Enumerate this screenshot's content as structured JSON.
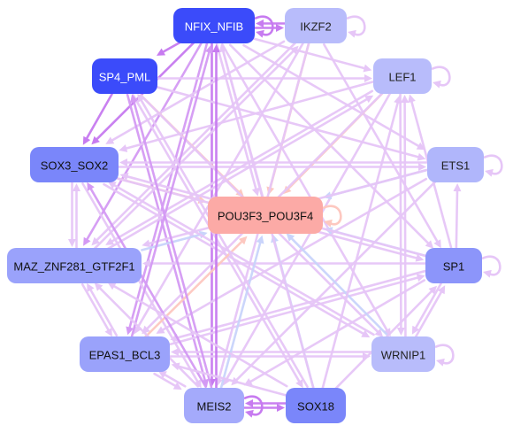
{
  "nodes": [
    {
      "id": "nfix",
      "label": "NFIX_NFIB",
      "fill": "#3b4bfa",
      "text_color": "#ffffff"
    },
    {
      "id": "ikzf2",
      "label": "IKZF2",
      "fill": "#b8bcfb",
      "text_color": "#222222"
    },
    {
      "id": "sp4",
      "label": "SP4_PML",
      "fill": "#3b4bfa",
      "text_color": "#ffffff"
    },
    {
      "id": "lef1",
      "label": "LEF1",
      "fill": "#b8bcfb",
      "text_color": "#222222"
    },
    {
      "id": "sox3",
      "label": "SOX3_SOX2",
      "fill": "#7a86fa",
      "text_color": "#111111"
    },
    {
      "id": "ets1",
      "label": "ETS1",
      "fill": "#b0b6fb",
      "text_color": "#222222"
    },
    {
      "id": "pou3f3",
      "label": "POU3F3_POU3F4",
      "fill": "#fcaaa6",
      "text_color": "#111111"
    },
    {
      "id": "maz",
      "label": "MAZ_ZNF281_GTF2F1",
      "fill": "#9aa2fb",
      "text_color": "#111111"
    },
    {
      "id": "sp1",
      "label": "SP1",
      "fill": "#8c95fa",
      "text_color": "#111111"
    },
    {
      "id": "epas1",
      "label": "EPAS1_BCL3",
      "fill": "#9aa2fb",
      "text_color": "#111111"
    },
    {
      "id": "wrnip1",
      "label": "WRNIP1",
      "fill": "#b8bcfb",
      "text_color": "#222222"
    },
    {
      "id": "meis2",
      "label": "MEIS2",
      "fill": "#a4aafb",
      "text_color": "#111111"
    },
    {
      "id": "sox18",
      "label": "SOX18",
      "fill": "#7a86fa",
      "text_color": "#111111"
    }
  ],
  "edges": [
    {
      "from": "nfix",
      "to": "ikzf2",
      "color": "#c77bf0"
    },
    {
      "from": "ikzf2",
      "to": "nfix",
      "color": "#c77bf0"
    },
    {
      "from": "nfix",
      "to": "sp4",
      "color": "#c77bf0"
    },
    {
      "from": "sp4",
      "to": "sox3",
      "color": "#c77bf0"
    },
    {
      "from": "nfix",
      "to": "sox3",
      "color": "#c77bf0"
    },
    {
      "from": "nfix",
      "to": "pou3f3",
      "color": "#e6c6f7"
    },
    {
      "from": "nfix",
      "to": "meis2",
      "color": "#c77bf0"
    },
    {
      "from": "nfix",
      "to": "epas1",
      "color": "#d49af4"
    },
    {
      "from": "nfix",
      "to": "maz",
      "color": "#d49af4"
    },
    {
      "from": "nfix",
      "to": "sp1",
      "color": "#e6c6f7"
    },
    {
      "from": "nfix",
      "to": "wrnip1",
      "color": "#e6c6f7"
    },
    {
      "from": "nfix",
      "to": "lef1",
      "color": "#e6c6f7"
    },
    {
      "from": "nfix",
      "to": "ets1",
      "color": "#e6c6f7"
    },
    {
      "from": "ikzf2",
      "to": "pou3f3",
      "color": "#fdc8c0"
    },
    {
      "from": "ikzf2",
      "to": "sox3",
      "color": "#e6c6f7"
    },
    {
      "from": "ikzf2",
      "to": "sp1",
      "color": "#e6c6f7"
    },
    {
      "from": "ikzf2",
      "to": "maz",
      "color": "#e6c6f7"
    },
    {
      "from": "ikzf2",
      "to": "meis2",
      "color": "#e6c6f7"
    },
    {
      "from": "ikzf2",
      "to": "epas1",
      "color": "#e6c6f7"
    },
    {
      "from": "sp4",
      "to": "pou3f3",
      "color": "#fdc8c0"
    },
    {
      "from": "sp4",
      "to": "meis2",
      "color": "#d49af4"
    },
    {
      "from": "sp4",
      "to": "lef1",
      "color": "#e6c6f7"
    },
    {
      "from": "sp4",
      "to": "ets1",
      "color": "#e6c6f7"
    },
    {
      "from": "sp4",
      "to": "wrnip1",
      "color": "#e6c6f7"
    },
    {
      "from": "sp4",
      "to": "sox18",
      "color": "#e6c6f7"
    },
    {
      "from": "lef1",
      "to": "pou3f3",
      "color": "#fdc8c0"
    },
    {
      "from": "lef1",
      "to": "sox3",
      "color": "#e6c6f7"
    },
    {
      "from": "lef1",
      "to": "maz",
      "color": "#e6c6f7"
    },
    {
      "from": "lef1",
      "to": "epas1",
      "color": "#e6c6f7"
    },
    {
      "from": "lef1",
      "to": "meis2",
      "color": "#e6c6f7"
    },
    {
      "from": "lef1",
      "to": "wrnip1",
      "color": "#e6c6f7"
    },
    {
      "from": "ets1",
      "to": "pou3f3",
      "color": "#c9d4fb"
    },
    {
      "from": "ets1",
      "to": "sox3",
      "color": "#e6c6f7"
    },
    {
      "from": "ets1",
      "to": "maz",
      "color": "#e6c6f7"
    },
    {
      "from": "ets1",
      "to": "epas1",
      "color": "#e6c6f7"
    },
    {
      "from": "ets1",
      "to": "meis2",
      "color": "#e6c6f7"
    },
    {
      "from": "sox3",
      "to": "pou3f3",
      "color": "#fdc8c0"
    },
    {
      "from": "sox3",
      "to": "maz",
      "color": "#e6c6f7"
    },
    {
      "from": "sox3",
      "to": "ets1",
      "color": "#e6c6f7"
    },
    {
      "from": "sox3",
      "to": "sp1",
      "color": "#e6c6f7"
    },
    {
      "from": "sox3",
      "to": "wrnip1",
      "color": "#e6c6f7"
    },
    {
      "from": "sox3",
      "to": "meis2",
      "color": "#e6c6f7"
    },
    {
      "from": "maz",
      "to": "pou3f3",
      "color": "#c9d4fb"
    },
    {
      "from": "maz",
      "to": "sox3",
      "color": "#e6c6f7"
    },
    {
      "from": "maz",
      "to": "epas1",
      "color": "#e6c6f7"
    },
    {
      "from": "maz",
      "to": "lef1",
      "color": "#e6c6f7"
    },
    {
      "from": "maz",
      "to": "ikzf2",
      "color": "#e6c6f7"
    },
    {
      "from": "sp1",
      "to": "pou3f3",
      "color": "#c9d4fb"
    },
    {
      "from": "sp1",
      "to": "maz",
      "color": "#e6c6f7"
    },
    {
      "from": "sp1",
      "to": "ets1",
      "color": "#e6c6f7"
    },
    {
      "from": "sp1",
      "to": "lef1",
      "color": "#e6c6f7"
    },
    {
      "from": "sp1",
      "to": "wrnip1",
      "color": "#e6c6f7"
    },
    {
      "from": "sp1",
      "to": "sox3",
      "color": "#e6c6f7"
    },
    {
      "from": "sp1",
      "to": "meis2",
      "color": "#e6c6f7"
    },
    {
      "from": "sp1",
      "to": "epas1",
      "color": "#e6c6f7"
    },
    {
      "from": "epas1",
      "to": "pou3f3",
      "color": "#fdc8c0"
    },
    {
      "from": "epas1",
      "to": "maz",
      "color": "#e6c6f7"
    },
    {
      "from": "epas1",
      "to": "meis2",
      "color": "#e6c6f7"
    },
    {
      "from": "epas1",
      "to": "sp1",
      "color": "#e6c6f7"
    },
    {
      "from": "epas1",
      "to": "wrnip1",
      "color": "#e6c6f7"
    },
    {
      "from": "epas1",
      "to": "nfix",
      "color": "#d49af4"
    },
    {
      "from": "wrnip1",
      "to": "pou3f3",
      "color": "#c9d4fb"
    },
    {
      "from": "wrnip1",
      "to": "epas1",
      "color": "#e6c6f7"
    },
    {
      "from": "wrnip1",
      "to": "lef1",
      "color": "#e6c6f7"
    },
    {
      "from": "wrnip1",
      "to": "sp1",
      "color": "#e6c6f7"
    },
    {
      "from": "wrnip1",
      "to": "sox3",
      "color": "#e6c6f7"
    },
    {
      "from": "meis2",
      "to": "pou3f3",
      "color": "#c9d4fb"
    },
    {
      "from": "meis2",
      "to": "sox18",
      "color": "#c77bf0"
    },
    {
      "from": "sox18",
      "to": "meis2",
      "color": "#c77bf0"
    },
    {
      "from": "meis2",
      "to": "epas1",
      "color": "#e6c6f7"
    },
    {
      "from": "meis2",
      "to": "maz",
      "color": "#e6c6f7"
    },
    {
      "from": "meis2",
      "to": "sox3",
      "color": "#d49af4"
    },
    {
      "from": "meis2",
      "to": "sp4",
      "color": "#d49af4"
    },
    {
      "from": "meis2",
      "to": "nfix",
      "color": "#c77bf0"
    },
    {
      "from": "sox18",
      "to": "pou3f3",
      "color": "#c9d4fb"
    },
    {
      "from": "sox18",
      "to": "nfix",
      "color": "#e6c6f7"
    },
    {
      "from": "sox18",
      "to": "sp4",
      "color": "#e6c6f7"
    },
    {
      "from": "sox18",
      "to": "epas1",
      "color": "#e6c6f7"
    },
    {
      "from": "sox18",
      "to": "lef1",
      "color": "#e6c6f7"
    },
    {
      "from": "sox18",
      "to": "sp1",
      "color": "#e6c6f7"
    },
    {
      "from": "sox18",
      "to": "maz",
      "color": "#e6c6f7"
    },
    {
      "from": "pou3f3",
      "to": "nfix",
      "color": "#e6c6f7"
    }
  ],
  "self_loops": [
    {
      "node": "nfix",
      "color": "#c77bf0"
    },
    {
      "node": "ikzf2",
      "color": "#e6c6f7"
    },
    {
      "node": "lef1",
      "color": "#e6c6f7"
    },
    {
      "node": "ets1",
      "color": "#e6c6f7"
    },
    {
      "node": "sp1",
      "color": "#e6c6f7"
    },
    {
      "node": "wrnip1",
      "color": "#e6c6f7"
    },
    {
      "node": "meis2",
      "color": "#c77bf0"
    },
    {
      "node": "pou3f3",
      "color": "#fdc8c0"
    }
  ]
}
